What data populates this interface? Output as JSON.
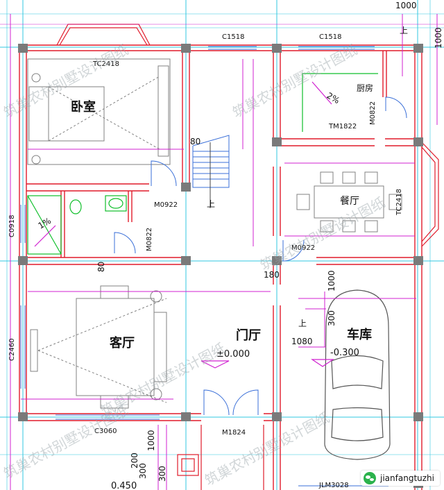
{
  "rooms": {
    "bedroom": "卧室",
    "dining": "餐厅",
    "kitchen": "厨房",
    "living": "客厅",
    "hall": "门厅",
    "garage": "车库"
  },
  "codes": {
    "c1518_a": "C1518",
    "c1518_b": "C1518",
    "tc2418_top": "TC2418",
    "tc2418_right": "TC2418",
    "tm1822": "TM1822",
    "m0822_kitchen": "M0822",
    "m0822_bath": "M0822",
    "m0922_a": "M0922",
    "m0922_b": "M0922",
    "c0918": "C0918",
    "c2460": "C2460",
    "c3060": "C3060",
    "m1824": "M1824",
    "jlm3028": "JLM3028"
  },
  "dims": {
    "d1000_top": "1000",
    "d80_stair": "80",
    "d80_mid": "80",
    "d180": "180",
    "d1000_garage": "1000",
    "d300_garage": "300",
    "d1080": "1080",
    "d1000_left": "1000",
    "d300_left": "300",
    "d200_left": "200",
    "d300_right": "300",
    "d1000_right": "1000"
  },
  "levels": {
    "hall": "±0.000",
    "garage": "-0.300",
    "bottom": "0.450"
  },
  "marks": {
    "up_stair": "上",
    "up_right": "上",
    "up_garage": "上",
    "slope_kitchen": "2%",
    "slope_bath": "1%"
  },
  "watermark": "筑巢农村别墅设计图纸",
  "badge": {
    "text": "jianfangtuzhi",
    "icon": "wechat-icon"
  },
  "colors": {
    "wall": "#e01a2a",
    "dim": "#d020d0",
    "grid": "#31c7e0",
    "column": "#7a7a7a",
    "furniture": "#808080",
    "bath": "#0fbf2a"
  }
}
